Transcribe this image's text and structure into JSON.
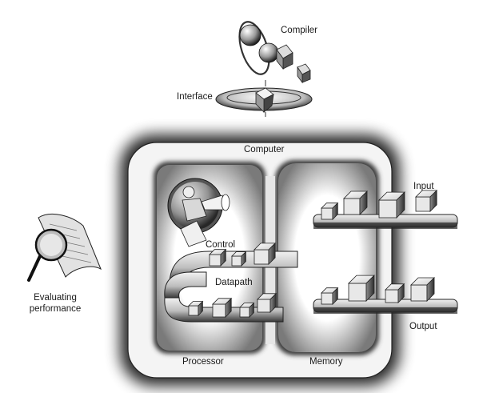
{
  "labels": {
    "compiler": "Compiler",
    "interface": "Interface",
    "computer": "Computer",
    "input": "Input",
    "control": "Control",
    "datapath": "Datapath",
    "output": "Output",
    "processor": "Processor",
    "memory": "Memory",
    "evaluating_line1": "Evaluating",
    "evaluating_line2": "performance"
  },
  "icons": {
    "compiler": "atom-orbit-icon",
    "interface": "disk-ring-icon",
    "control": "person-megaphone-icon",
    "evaluating": "magnifier-document-icon",
    "data": "cube-icon"
  }
}
